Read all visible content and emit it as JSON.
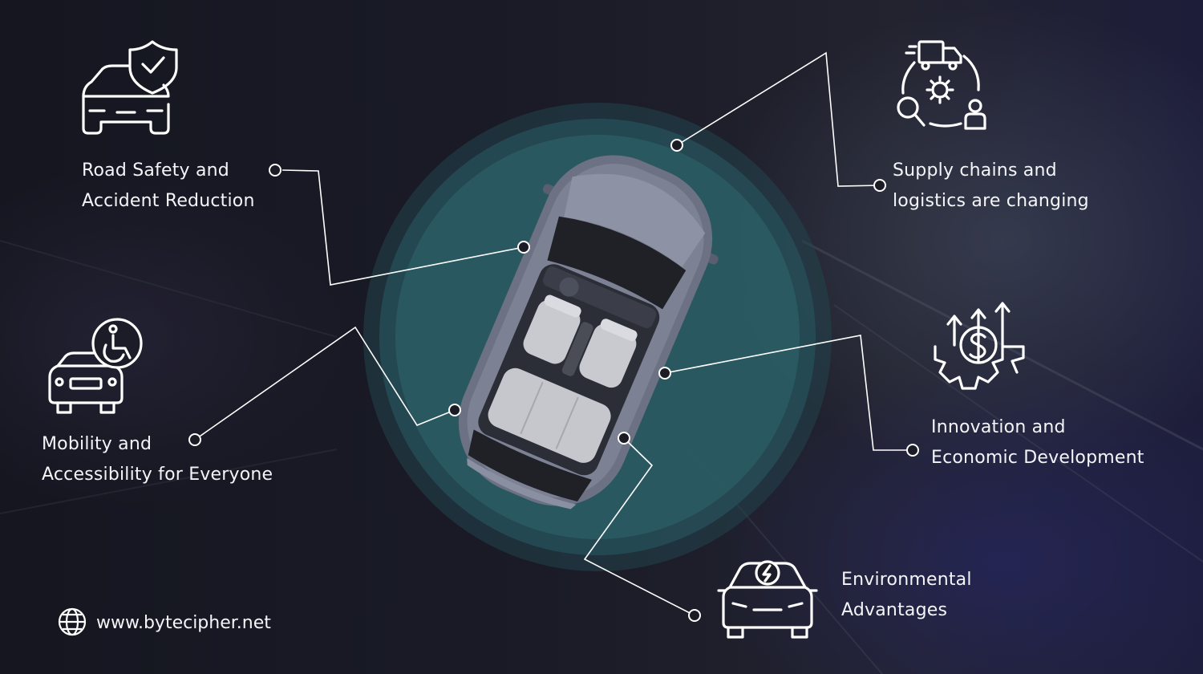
{
  "items": [
    {
      "id": "road-safety",
      "line1": "Road Safety and",
      "line2": "Accident Reduction"
    },
    {
      "id": "supply-chains",
      "line1": "Supply chains and",
      "line2": "logistics are changing"
    },
    {
      "id": "mobility",
      "line1": "Mobility and",
      "line2": "Accessibility for Everyone"
    },
    {
      "id": "innovation",
      "line1": "Innovation and",
      "line2": "Economic Development"
    },
    {
      "id": "environment",
      "line1": "Environmental",
      "line2": "Advantages"
    }
  ],
  "footer": {
    "url": "www.bytecipher.net",
    "icon": "globe-icon"
  },
  "colors": {
    "background": "#15161f",
    "circle": "#2a5f66",
    "line": "#ffffff",
    "car": "#6f7486"
  }
}
